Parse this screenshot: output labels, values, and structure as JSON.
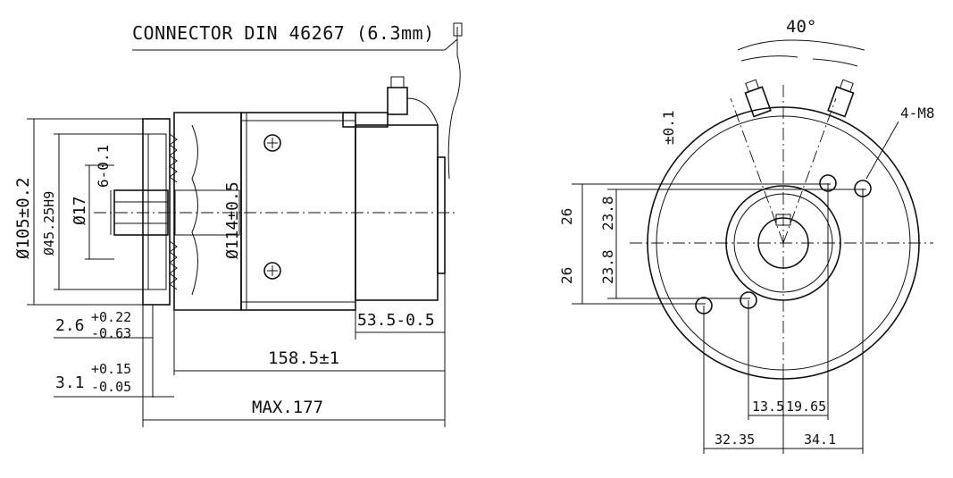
{
  "title": "CONNECTOR DIN 46267 (6.3mm)",
  "side_view": {
    "dims": {
      "housing_dia": "Ø105±0.2",
      "pilot_dia": "Ø45.25H9",
      "shaft_dia": "Ø17",
      "key_width": "6-0.1",
      "body_dia": "Ø114±0.5",
      "connector_len": "53.5-0.5",
      "flange_offset_a": "2.6",
      "flange_offset_a_tol_upper": "+0.22",
      "flange_offset_a_tol_lower": "-0.63",
      "flange_offset_b": "3.1",
      "flange_offset_b_tol_upper": "+0.15",
      "flange_offset_b_tol_lower": "-0.05",
      "body_len": "158.5±1",
      "overall_len": "MAX.177"
    }
  },
  "end_view": {
    "dims": {
      "angle": "40°",
      "tolerance_left": "±0.1",
      "thread": "4-M8",
      "v_half_outer_top": "26",
      "v_half_outer_bottom": "26",
      "v_half_inner_top": "23.8",
      "v_half_inner_bottom": "23.8",
      "h_13_5": "13.5",
      "h_19_65": "19.65",
      "h_32_35": "32.35",
      "h_34_1": "34.1"
    }
  }
}
